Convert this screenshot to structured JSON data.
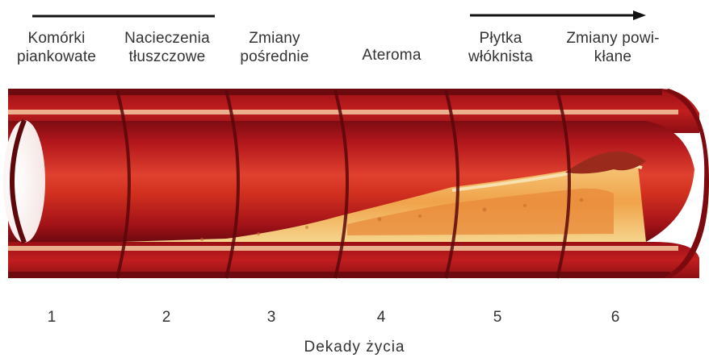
{
  "stages": [
    {
      "line1": "Komórki",
      "line2": "piankowate",
      "number": "1"
    },
    {
      "line1": "Nacieczenia",
      "line2": "tłuszczowe",
      "number": "2"
    },
    {
      "line1": "Zmiany",
      "line2": "pośrednie",
      "number": "3"
    },
    {
      "line1": "Ateroma",
      "line2": "",
      "number": "4"
    },
    {
      "line1": "Płytka",
      "line2": "włóknista",
      "number": "5"
    },
    {
      "line1": "Zmiany powi-",
      "line2": "kłane",
      "number": "6"
    }
  ],
  "axis_title": "Dekady życia",
  "colors": {
    "artery_dark": "#8e0f14",
    "artery_mid": "#c41d22",
    "artery_light": "#e8463a",
    "plaque": "#f0b060",
    "plaque_light": "#f7d79a",
    "lipid_core": "#e88a3a",
    "text": "#333333"
  }
}
